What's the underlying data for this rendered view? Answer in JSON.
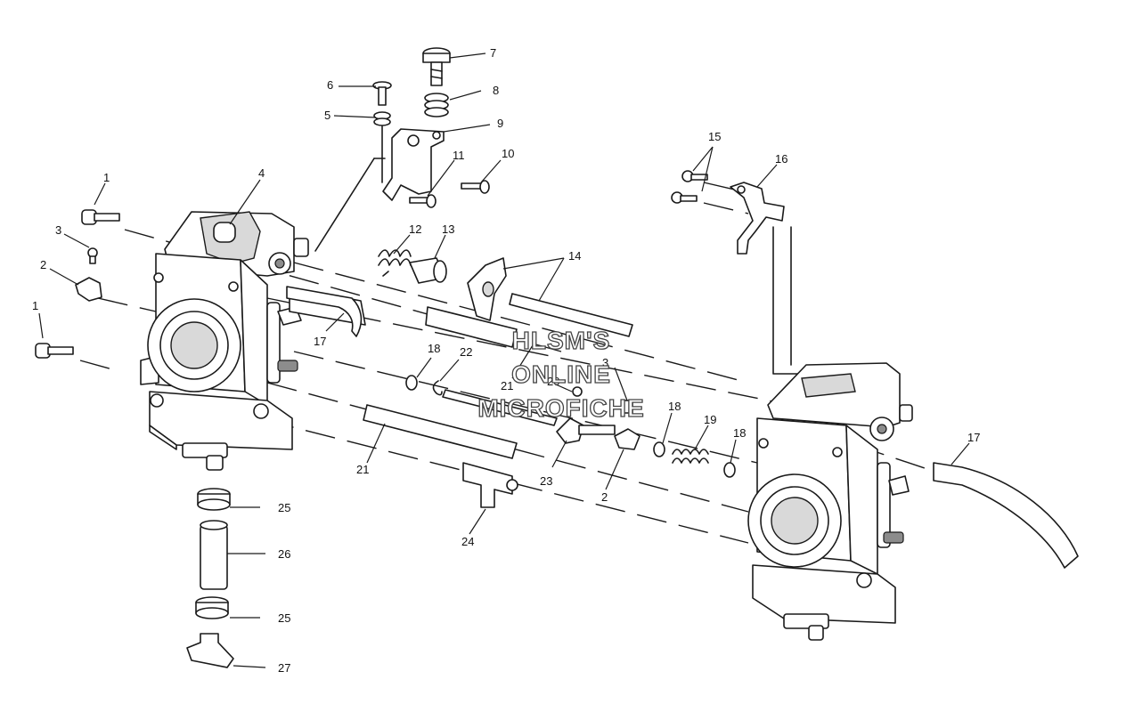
{
  "watermark": {
    "line1": "HLSM'S",
    "line2": "ONLINE",
    "line3": "MICROFICHE"
  },
  "callouts": [
    {
      "label": "1"
    },
    {
      "label": "1"
    },
    {
      "label": "2"
    },
    {
      "label": "2"
    },
    {
      "label": "3"
    },
    {
      "label": "3"
    },
    {
      "label": "4"
    },
    {
      "label": "5"
    },
    {
      "label": "6"
    },
    {
      "label": "7"
    },
    {
      "label": "8"
    },
    {
      "label": "9"
    },
    {
      "label": "10"
    },
    {
      "label": "11"
    },
    {
      "label": "12"
    },
    {
      "label": "13"
    },
    {
      "label": "14"
    },
    {
      "label": "15"
    },
    {
      "label": "16"
    },
    {
      "label": "17"
    },
    {
      "label": "17"
    },
    {
      "label": "18"
    },
    {
      "label": "18"
    },
    {
      "label": "18"
    },
    {
      "label": "19"
    },
    {
      "label": "20"
    },
    {
      "label": "21"
    },
    {
      "label": "21"
    },
    {
      "label": "22"
    },
    {
      "label": "23"
    },
    {
      "label": "24"
    },
    {
      "label": "25"
    },
    {
      "label": "25"
    },
    {
      "label": "26"
    },
    {
      "label": "27"
    }
  ]
}
